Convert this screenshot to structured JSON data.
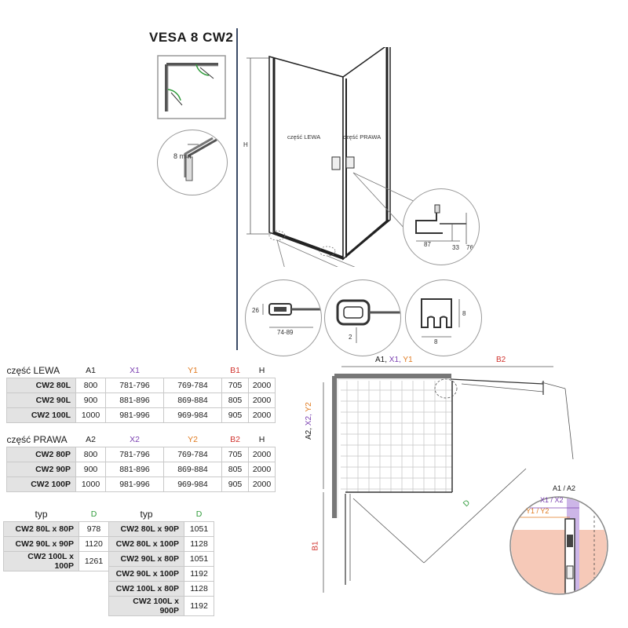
{
  "title": "VESA 8 CW2",
  "drawing": {
    "left_label": "część LEWA",
    "right_label": "część PRAWA",
    "height_label": "H",
    "glass_label": "8 mm",
    "handle_dims": {
      "d87": "87",
      "d33": "33",
      "d76": "76"
    },
    "hinge_dims": {
      "w": "74-89",
      "h": "26",
      "small": "2"
    },
    "seal_dims": {
      "w": "8",
      "h": "8"
    }
  },
  "plan": {
    "top_label_parts": [
      "A1, ",
      "X1, ",
      "Y1"
    ],
    "b2": "B2",
    "side_label_parts": [
      "A2, ",
      "X2, ",
      "Y2"
    ],
    "b1": "B1",
    "d": "D",
    "zoom": {
      "a": "A1 / A2",
      "x": "X1 / X2",
      "y": "Y1 / Y2"
    }
  },
  "table_lewa": {
    "header": [
      "część LEWA",
      "A1",
      "X1",
      "Y1",
      "B1",
      "H"
    ],
    "rows": [
      [
        "CW2 80L",
        "800",
        "781-796",
        "769-784",
        "705",
        "2000"
      ],
      [
        "CW2 90L",
        "900",
        "881-896",
        "869-884",
        "805",
        "2000"
      ],
      [
        "CW2 100L",
        "1000",
        "981-996",
        "969-984",
        "905",
        "2000"
      ]
    ]
  },
  "table_prawa": {
    "header": [
      "część PRAWA",
      "A2",
      "X2",
      "Y2",
      "B2",
      "H"
    ],
    "rows": [
      [
        "CW2 80P",
        "800",
        "781-796",
        "769-784",
        "705",
        "2000"
      ],
      [
        "CW2 90P",
        "900",
        "881-896",
        "869-884",
        "805",
        "2000"
      ],
      [
        "CW2 100P",
        "1000",
        "981-996",
        "969-984",
        "905",
        "2000"
      ]
    ]
  },
  "table_typ1": {
    "header": [
      "typ",
      "D"
    ],
    "rows": [
      [
        "CW2 80L x 80P",
        "978"
      ],
      [
        "CW2 90L x 90P",
        "1120"
      ],
      [
        "CW2 100L x 100P",
        "1261"
      ]
    ]
  },
  "table_typ2": {
    "header": [
      "typ",
      "D"
    ],
    "rows": [
      [
        "CW2 80L x 90P",
        "1051"
      ],
      [
        "CW2 80L x 100P",
        "1128"
      ],
      [
        "CW2 90L x 80P",
        "1051"
      ],
      [
        "CW2 90L x 100P",
        "1192"
      ],
      [
        "CW2 100L x 80P",
        "1128"
      ],
      [
        "CW2 100L x 900P",
        "1192"
      ]
    ]
  },
  "colors": {
    "x": "#7a3fb0",
    "y": "#e07a1f",
    "b": "#d0332e",
    "d": "#2f9b3a",
    "divider": "#3a4a66",
    "wall": "#f6c9b8"
  }
}
